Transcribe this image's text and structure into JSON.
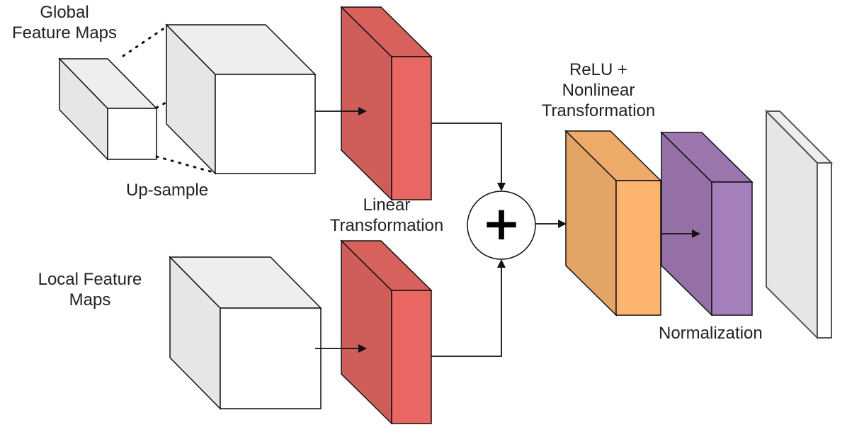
{
  "labels": {
    "global_line1": "Global",
    "global_line2": "Feature Maps",
    "upsample": "Up-sample",
    "linear_line1": "Linear",
    "linear_line2": "Transformation",
    "local_line1": "Local Feature",
    "local_line2": "Maps",
    "relu_line1": "ReLU +",
    "relu_line2": "Nonlinear",
    "relu_line3": "Transformation",
    "normalization": "Normalization",
    "plus": "+"
  },
  "colors": {
    "red_front": "#e96762",
    "red_side": "#cf5d5a",
    "orange_front": "#fdb46f",
    "orange_side": "#e4a466",
    "purple_front": "#a57fbb",
    "purple_side": "#9470a7",
    "box_front": "#ffffff",
    "box_side": "#e6e6e6",
    "stroke": "#111111"
  }
}
